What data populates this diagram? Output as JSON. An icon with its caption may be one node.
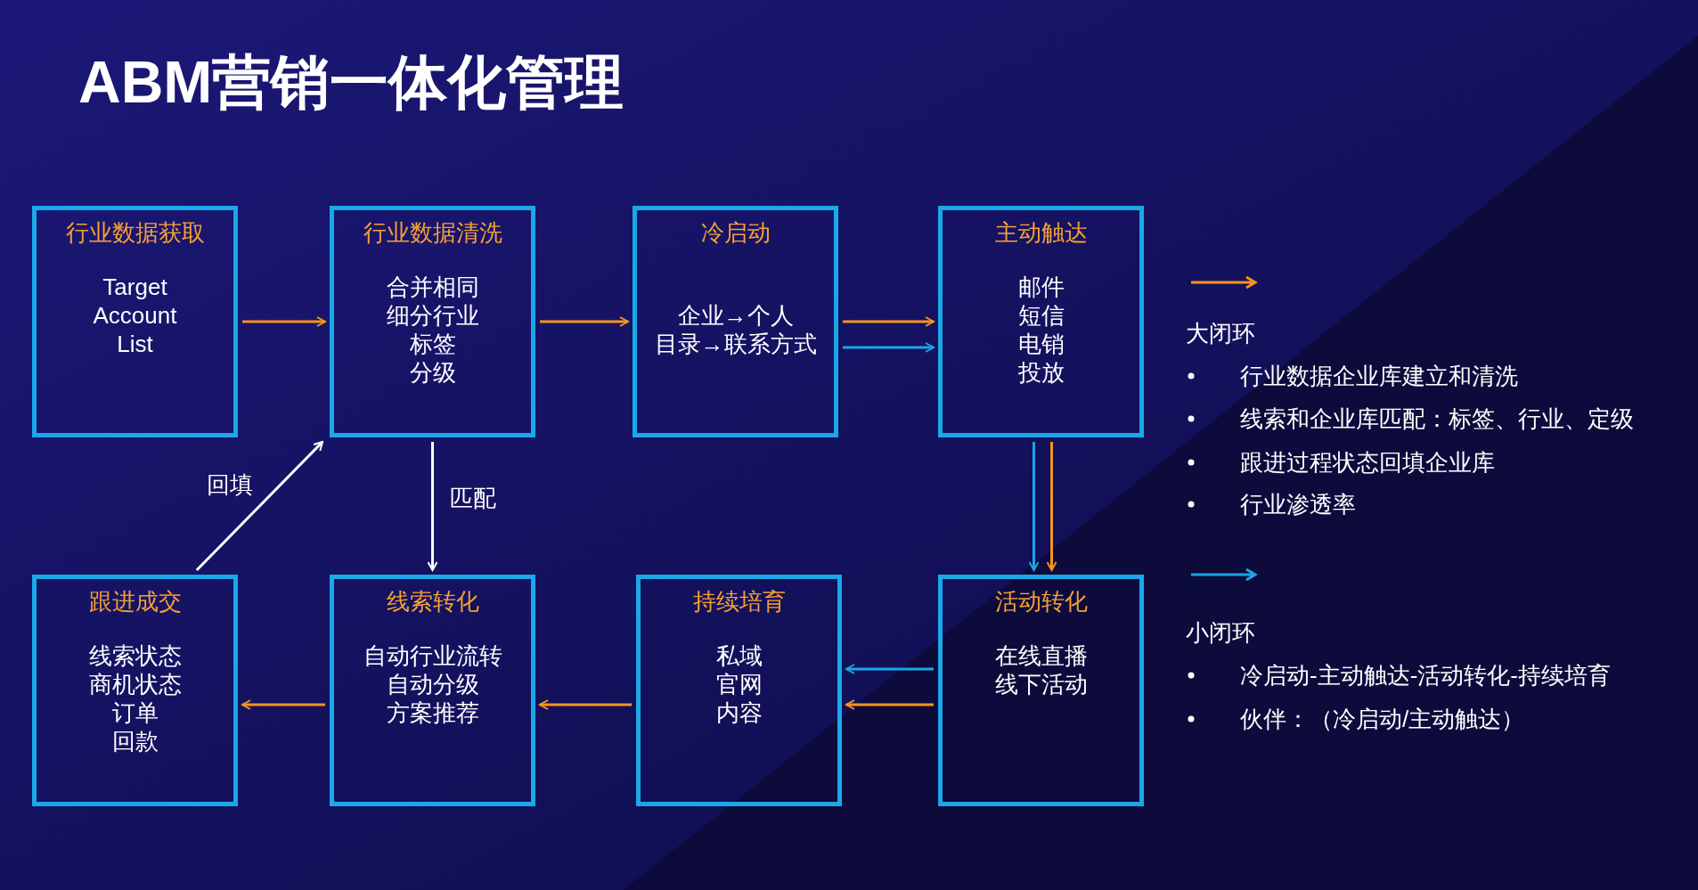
{
  "diagram": {
    "title": "ABM营销一体化管理",
    "nodes": [
      {
        "text": [
          "行业数据获取",
          "Target",
          "Account",
          "List"
        ]
      },
      {
        "text": [
          "行业数据清洗",
          "合并相同",
          "细分行业",
          "标签",
          "分级"
        ]
      },
      {
        "text": [
          "冷启动",
          "企业→个人",
          "目录→联系方式"
        ]
      },
      {
        "text": [
          "主动触达",
          "邮件",
          "短信",
          "电销",
          "投放"
        ]
      },
      {
        "text": [
          "跟进成交",
          "线索状态",
          "商机状态",
          "订单",
          "回款"
        ]
      },
      {
        "text": [
          "线索转化",
          "自动行业流转",
          "自动分级",
          "方案推荐"
        ]
      },
      {
        "text": [
          "持续培育",
          "私域",
          "官网",
          "内容"
        ]
      },
      {
        "text": [
          "活动转化",
          "在线直播",
          "线下活动"
        ]
      }
    ],
    "edges": [
      {
        "from": 0,
        "to": 1,
        "arrow": "to"
      },
      {
        "from": 1,
        "to": 2,
        "arrow": "to"
      },
      {
        "from": 2,
        "to": 3,
        "arrow": "to"
      },
      {
        "from": 2,
        "to": 3,
        "arrow": "to",
        "color": "#1ba6e6"
      },
      {
        "from": 3,
        "to": 7,
        "arrow": "to",
        "color": "#1ba6e6"
      },
      {
        "from": 3,
        "to": 7,
        "arrow": "to"
      },
      {
        "from": 7,
        "to": 6,
        "arrow": "to",
        "color": "#1ba6e6"
      },
      {
        "from": 7,
        "to": 6,
        "arrow": "to"
      },
      {
        "from": 6,
        "to": 5,
        "arrow": "to"
      },
      {
        "from": 5,
        "to": 4,
        "arrow": "to"
      },
      {
        "from": 1,
        "to": 5,
        "arrow": "to",
        "label": "匹配",
        "color": "#ffffff"
      },
      {
        "from": 4,
        "to": 1,
        "arrow": "to",
        "label": "回填",
        "color": "#ffffff"
      }
    ],
    "labels": [
      "行业数据企业库建立和清洗",
      "线索和企业库匹配：标签、行业、定级",
      "跟进过程状态回填企业库",
      "行业渗透率",
      "冷启动-主动触达-活动转化-持续培育",
      "伙伴：（冷启动/主动触达）"
    ],
    "legend": [
      {
        "text": "大闭环"
      },
      {
        "text": "小闭环"
      }
    ]
  }
}
